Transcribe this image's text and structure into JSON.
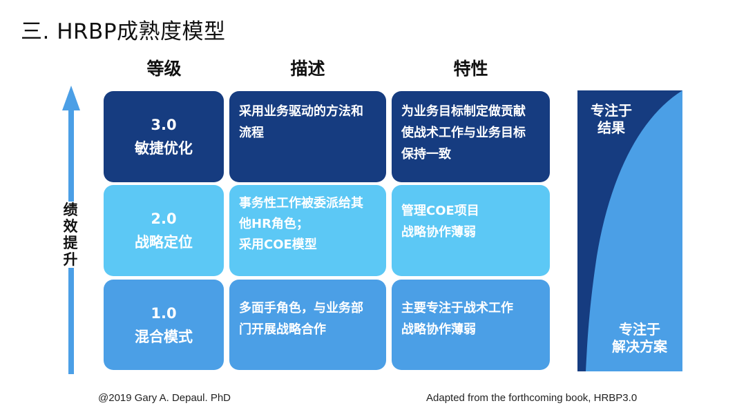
{
  "title": "三. HRBP成熟度模型",
  "headers": {
    "level": "等级",
    "description": "描述",
    "characteristics": "特性"
  },
  "arrow_label": [
    "绩",
    "效",
    "提",
    "升"
  ],
  "rows": [
    {
      "level_number": "3.0",
      "level_name": "敏捷优化",
      "description": [
        "采用业务驱动的方法和",
        "流程"
      ],
      "characteristics": [
        "为业务目标制定做贡献",
        "使战术工作与业务目标",
        "保持一致"
      ]
    },
    {
      "level_number": "2.0",
      "level_name": "战略定位",
      "description": [
        "事务性工作被委派给其",
        "他HR角色；",
        "采用COE模型"
      ],
      "characteristics": [
        "管理COE项目",
        "战略协作薄弱"
      ]
    },
    {
      "level_number": "1.0",
      "level_name": "混合模式",
      "description": [
        "多面手角色，与业务部",
        "门开展战略合作"
      ],
      "characteristics": [
        "主要专注于战术工作",
        "战略协作薄弱"
      ]
    }
  ],
  "curve": {
    "top_label": [
      "专注于",
      "结果"
    ],
    "bottom_label": [
      "专注于",
      "解决方案"
    ]
  },
  "footer": {
    "left": "@2019 Gary A. Depaul. PhD",
    "right": "Adapted from the forthcoming book, HRBP3.0"
  },
  "colors": {
    "dark_navy": "#163c80",
    "light_blue": "#5cc8f5",
    "medium_blue": "#4b9fe6",
    "arrow_blue": "#4b9fe6"
  }
}
